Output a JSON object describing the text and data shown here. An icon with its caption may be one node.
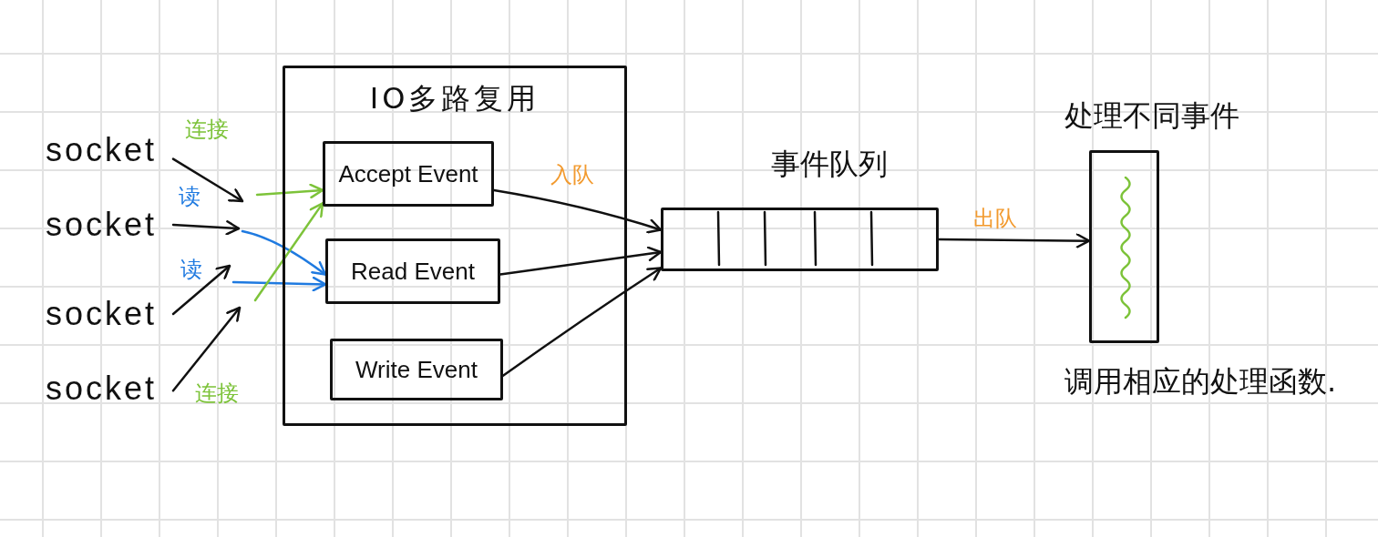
{
  "diagram": {
    "nodes": [
      {
        "text": [
          "socket"
        ]
      },
      {
        "text": [
          "socket"
        ]
      },
      {
        "text": [
          "socket"
        ]
      },
      {
        "text": [
          "socket"
        ]
      },
      {
        "text": [
          "IO多路复用"
        ]
      },
      {
        "text": [
          "Accept Event"
        ],
        "in": 4
      },
      {
        "text": [
          "Read Event"
        ],
        "in": 4
      },
      {
        "text": [
          "Write Event"
        ],
        "in": 4
      },
      {
        "text": [
          "事件队列"
        ]
      },
      {
        "text": [
          "处理不同事件"
        ],
        "beside": [
          "调用相应的处理函数."
        ]
      }
    ],
    "edges": [
      {
        "from": 0,
        "to": null,
        "arrow": "to",
        "label": "连接"
      },
      {
        "from": 1,
        "to": null,
        "arrow": "to",
        "label": "读"
      },
      {
        "from": 2,
        "to": null,
        "arrow": "to",
        "label": "读"
      },
      {
        "from": 3,
        "to": null,
        "arrow": "to",
        "label": "连接"
      },
      {
        "from": null,
        "to": 5,
        "arrow": "to",
        "color": "#7dc33a"
      },
      {
        "from": null,
        "to": 6,
        "arrow": "to",
        "color": "#1f7ae0"
      },
      {
        "from": null,
        "to": 6,
        "arrow": "to",
        "color": "#1f7ae0"
      },
      {
        "from": null,
        "to": 5,
        "arrow": "to",
        "color": "#7dc33a"
      },
      {
        "from": 5,
        "to": 8,
        "arrow": "to",
        "label": "入队"
      },
      {
        "from": 6,
        "to": 8,
        "arrow": "to"
      },
      {
        "from": 7,
        "to": 8,
        "arrow": "to"
      },
      {
        "from": 8,
        "to": 9,
        "arrow": "to",
        "label": "出队"
      }
    ]
  }
}
